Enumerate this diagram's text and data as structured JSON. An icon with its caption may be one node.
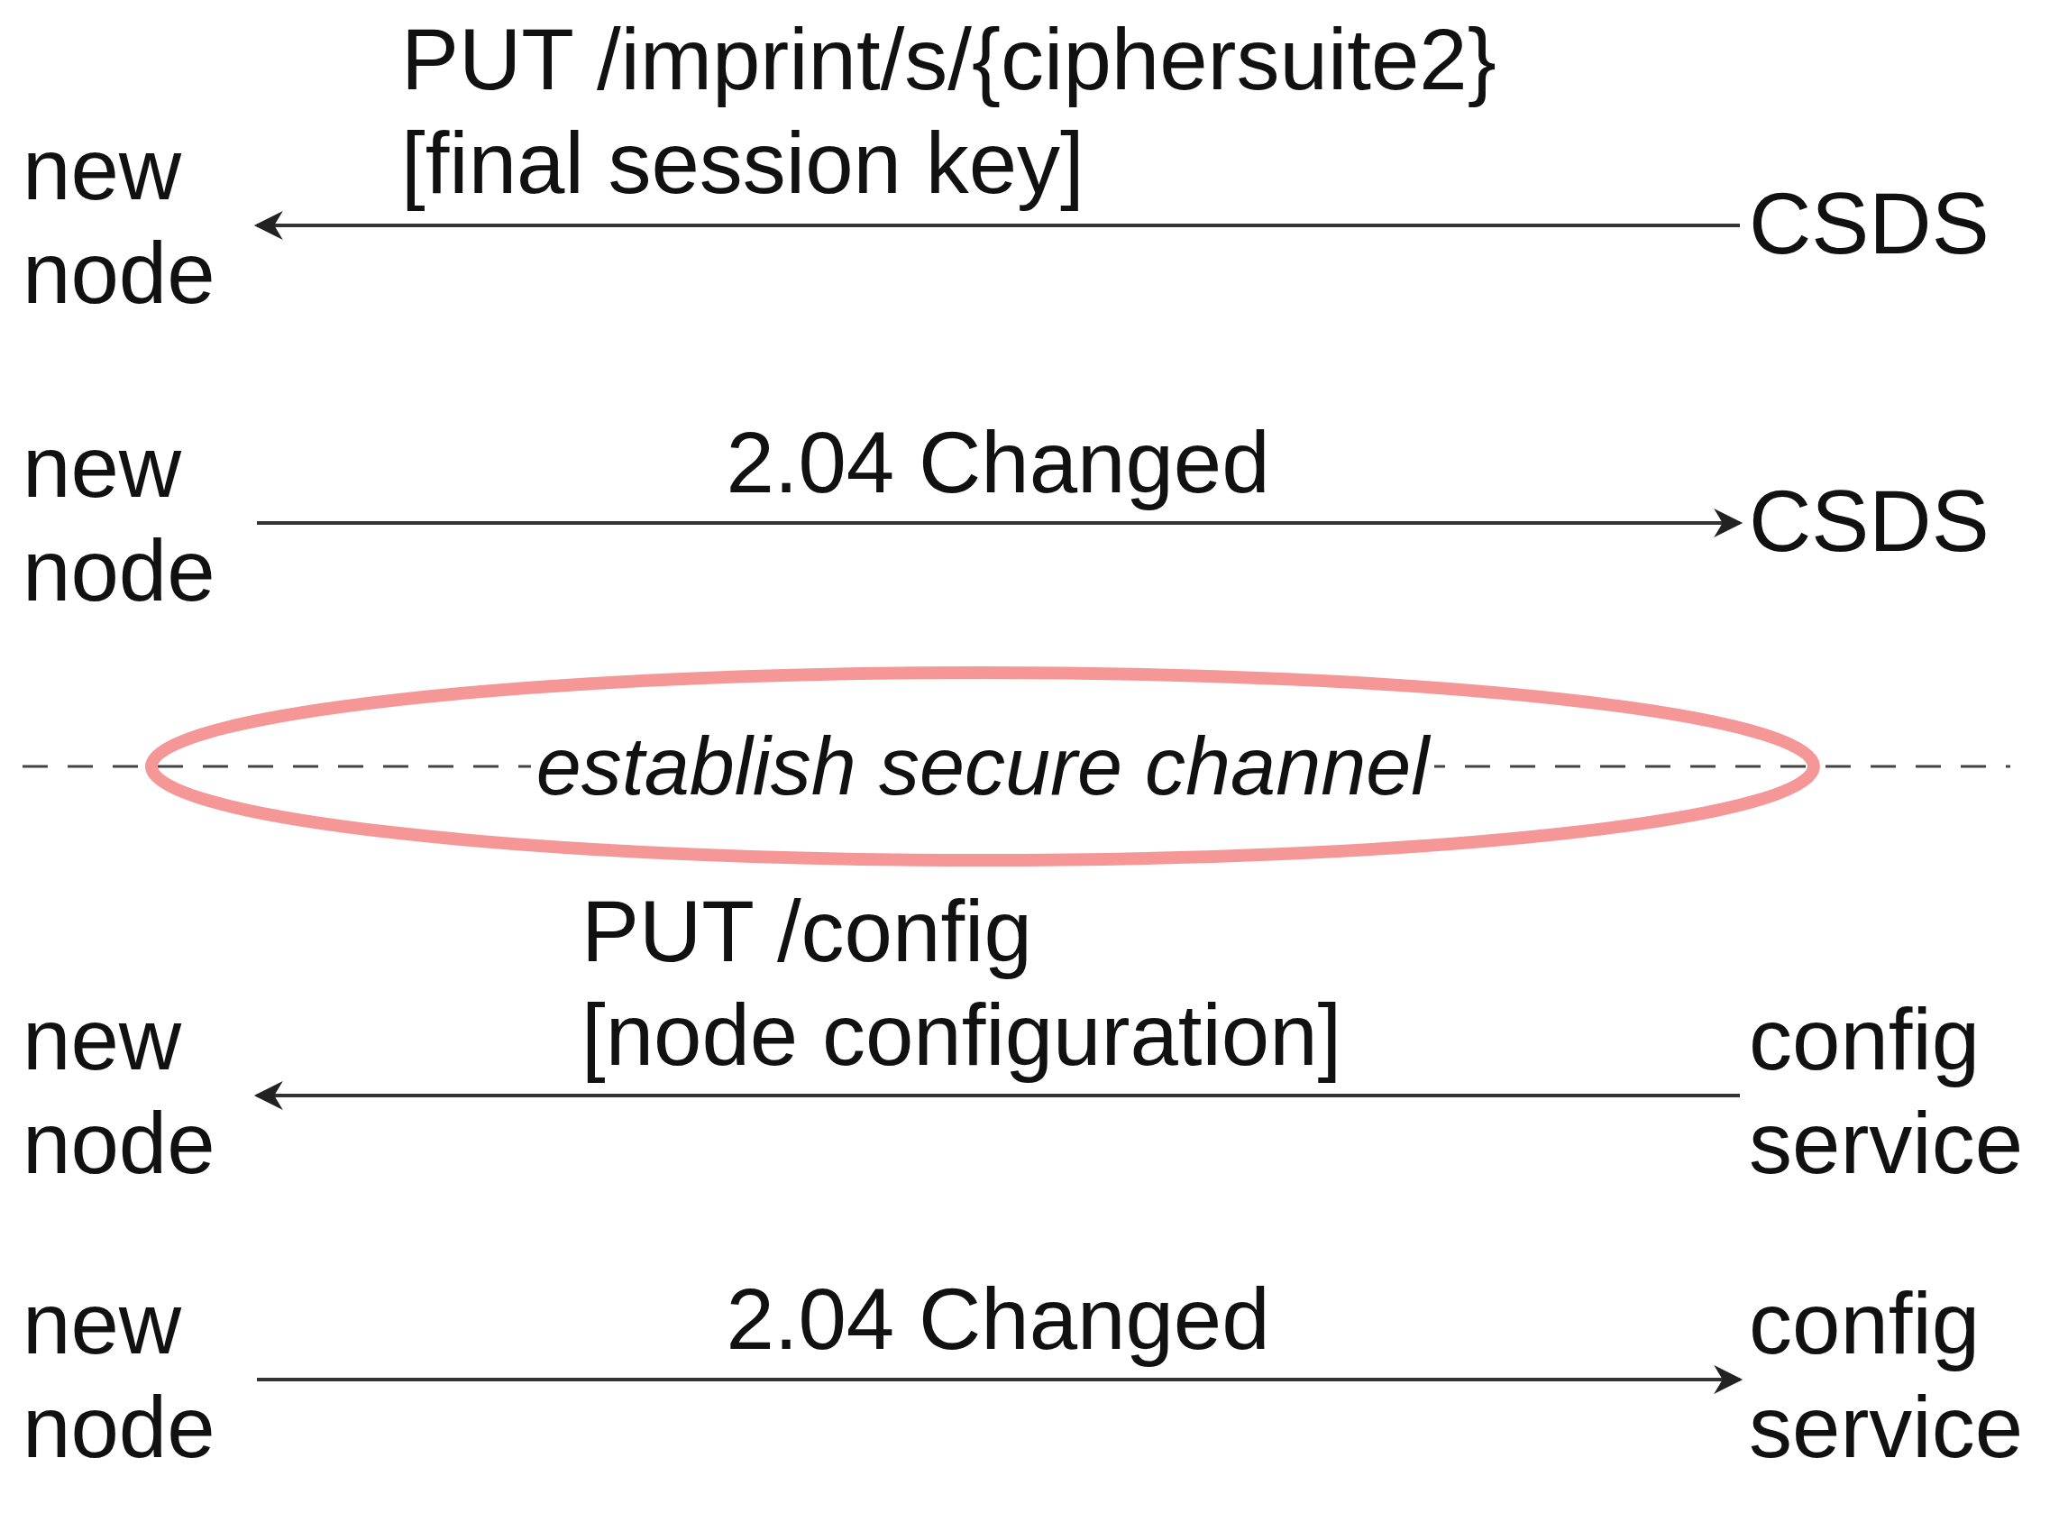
{
  "diagram": {
    "nodes": [
      {
        "text": [
          "new node"
        ]
      },
      {
        "text": [
          "CSDS"
        ]
      },
      {
        "text": [
          "new node"
        ]
      },
      {
        "text": [
          "CSDS"
        ]
      },
      {
        "text": [
          "establish secure channel"
        ]
      },
      {
        "text": [
          "new node"
        ]
      },
      {
        "text": [
          "config service"
        ]
      },
      {
        "text": [
          "new node"
        ]
      },
      {
        "text": [
          "config service"
        ]
      }
    ],
    "edges": [
      {
        "from": 1,
        "to": 0,
        "arrow": "to",
        "label": "PUT /imprint/s/{ciphersuite2} [final session key]"
      },
      {
        "from": 2,
        "to": 3,
        "arrow": "to",
        "label": "2.04 Changed"
      },
      {
        "from": 6,
        "to": 5,
        "arrow": "to",
        "label": "PUT /config [node configuration]"
      },
      {
        "from": 7,
        "to": 8,
        "arrow": "to",
        "label": "2.04 Changed"
      }
    ]
  }
}
